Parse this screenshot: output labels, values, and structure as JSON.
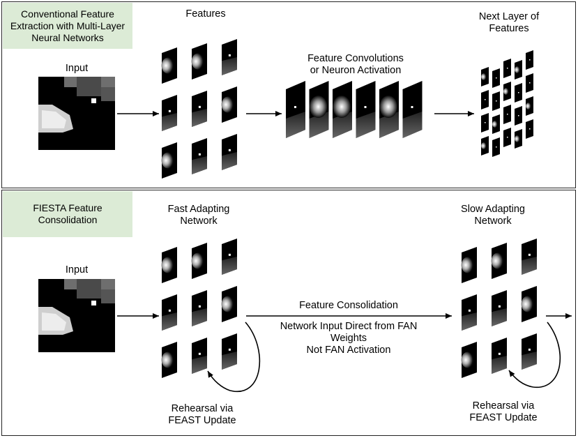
{
  "top_panel": {
    "tag": "Conventional Feature\nExtraction with Multi-Layer\nNeural Networks",
    "input_label": "Input",
    "features_label": "Features",
    "convolutions_label": "Feature Convolutions\nor Neuron Activation",
    "next_layer_label": "Next Layer of\nFeatures"
  },
  "bottom_panel": {
    "tag": "FIESTA Feature\nConsolidation",
    "input_label": "Input",
    "fan_label": "Fast Adapting\nNetwork",
    "san_label": "Slow Adapting\nNetwork",
    "consolidation_label": "Feature Consolidation",
    "direct_label": "Network Input Direct from FAN\nWeights\nNot FAN Activation",
    "rehearsal_left": "Rehearsal via\nFEAST Update",
    "rehearsal_right": "Rehearsal via\nFEAST Update"
  },
  "colors": {
    "tag_bg": "#dcebd6",
    "border": "#222222"
  }
}
